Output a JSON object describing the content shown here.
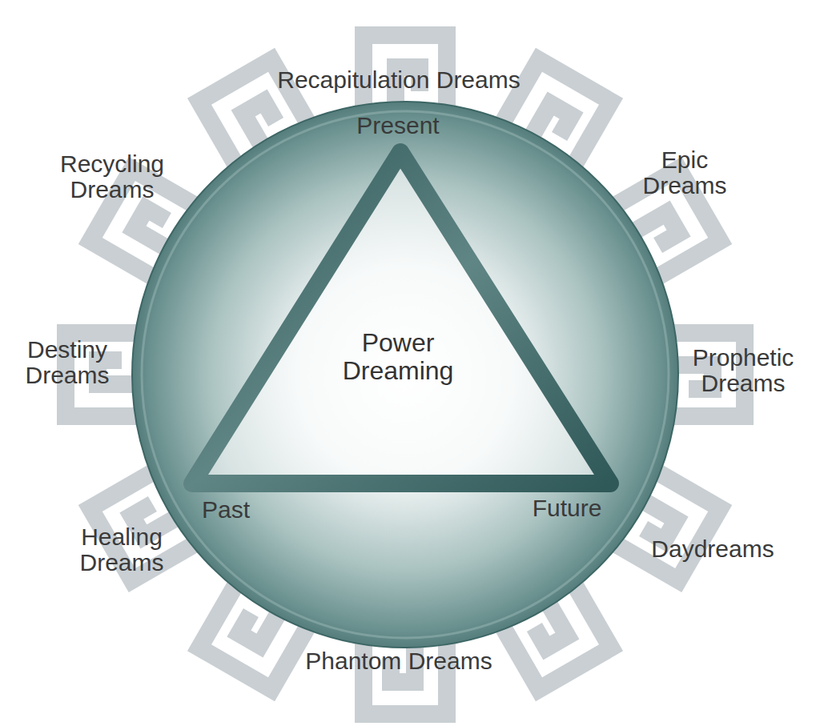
{
  "diagram": {
    "nodes": [
      {
        "text": [
          "Power Dreaming"
        ]
      }
    ],
    "labels": [
      "Recapitulation Dreams",
      "Epic Dreams",
      "Prophetic Dreams",
      "Daydreams",
      "Phantom Dreams",
      "Healing Dreams",
      "Destiny Dreams",
      "Recycling Dreams",
      "Present",
      "Past",
      "Future"
    ]
  }
}
